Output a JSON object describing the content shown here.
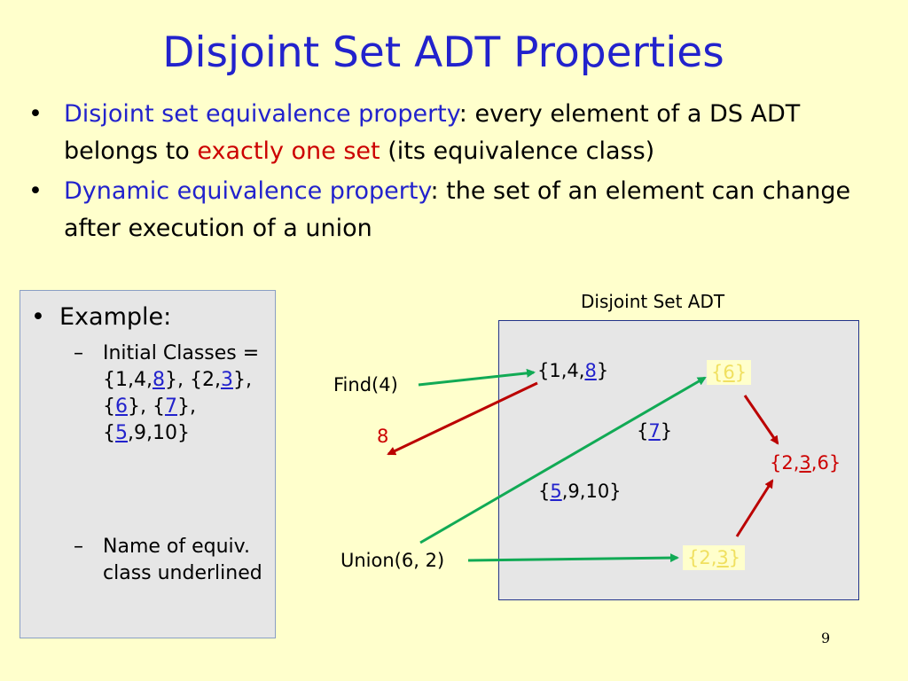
{
  "title": "Disjoint Set ADT Properties",
  "bullets": [
    {
      "term": "Disjoint set equivalence property",
      "pre": ": every element of a DS ADT belongs to ",
      "emph": "exactly one set",
      "post": " (its equivalence class)"
    },
    {
      "term": "Dynamic equivalence property",
      "rest": ": the set of an element can change after execution of a union"
    }
  ],
  "example": {
    "heading": "Example:",
    "sub1": {
      "label": "Initial Classes =",
      "parts": [
        "{1,4,",
        "8",
        "}, {2,",
        "3",
        "},",
        "{",
        "6",
        "}, {",
        "7",
        "},",
        "{",
        "5",
        ",9,10}"
      ]
    },
    "sub2": "Name of equiv. class underlined"
  },
  "diagram": {
    "box_label": "Disjoint Set ADT",
    "find_label": "Find(4)",
    "find_result": "8",
    "union_label": "Union(6, 2)",
    "set_148": [
      "{1,4,",
      "8",
      "}"
    ],
    "set_7": [
      "{",
      "7",
      "}"
    ],
    "set_5910": [
      "{",
      "5",
      ",9,10}"
    ],
    "set_6_faded": [
      "{",
      "6",
      "}"
    ],
    "set_23_faded": [
      "{2,",
      "3",
      "}"
    ],
    "set_236": [
      "{2,",
      "3",
      ",6}"
    ],
    "colors": {
      "green_arrow": "#11aa55",
      "red_arrow": "#bb0000",
      "title_blue": "#2222cc"
    }
  },
  "page_number": "9"
}
